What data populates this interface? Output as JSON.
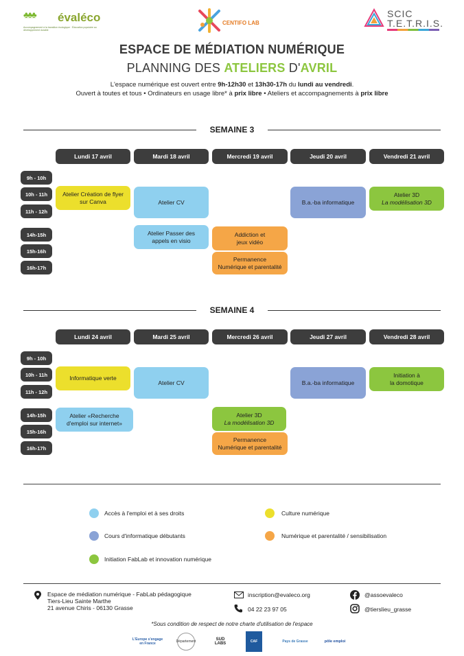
{
  "header": {
    "evaleco": {
      "name": "évaléco",
      "tagline": "Accompagnement à la transition écologique · Éducation populaire au développement durable"
    },
    "centifo": {
      "name_a": "CENTIFO",
      "name_b": " LAB"
    },
    "tetris": {
      "line1": "SCIC",
      "line2": "T.E.T.R.I.S."
    }
  },
  "title": "ESPACE DE MÉDIATION NUMÉRIQUE",
  "subtitle": {
    "part1": "PLANNING DES ",
    "part2": "ATELIERS",
    "part3": " D'",
    "part4": "AVRIL"
  },
  "info": {
    "l1a": "L'espace numérique est ouvert entre ",
    "l1b": "9h-12h30",
    "l1c": " et ",
    "l1d": "13h30-17h",
    "l1e": " du ",
    "l1f": "lundi au vendredi",
    "l1g": ".",
    "l2a": "Ouvert à toutes et tous • Ordinateurs en usage libre* à ",
    "l2b": "prix libre",
    "l2c": " • Ateliers et accompagnements à ",
    "l2d": "prix libre"
  },
  "times": [
    "9h - 10h",
    "10h - 11h",
    "11h - 12h",
    "14h-15h",
    "15h-16h",
    "16h-17h"
  ],
  "week3": {
    "label": "SEMAINE 3",
    "days": [
      "Lundi 17 avril",
      "Mardi 18 avril",
      "Mercredi 19 avril",
      "Jeudi 20 avril",
      "Vendredi 21 avril"
    ],
    "activities": [
      {
        "l1": "Atelier Création de flyer",
        "l2": "sur Canva",
        "color": "#ecdf2c"
      },
      {
        "l1": "Atelier CV",
        "l2": "",
        "color": "#8fd0ef"
      },
      {
        "l1": "B.a.-ba informatique",
        "l2": "",
        "color": "#8aa3d6"
      },
      {
        "l1": "Atelier 3D",
        "l2": "La modélisation 3D",
        "color": "#8cc63f"
      },
      {
        "l1": "Atelier Passer des",
        "l2": "appels en visio",
        "color": "#8fd0ef"
      },
      {
        "l1": "Addiction et",
        "l2": "jeux vidéo",
        "color": "#f5a647"
      },
      {
        "l1": "Permanence",
        "l2": "Numérique et parentalité",
        "color": "#f5a647"
      }
    ]
  },
  "week4": {
    "label": "SEMAINE 4",
    "days": [
      "Lundi 24 avril",
      "Mardi 25 avril",
      "Mercredi 26 avril",
      "Jeudi 27 avril",
      "Vendredi 28 avril"
    ],
    "activities": [
      {
        "l1": "Informatique verte",
        "l2": "",
        "color": "#ecdf2c"
      },
      {
        "l1": "Atelier CV",
        "l2": "",
        "color": "#8fd0ef"
      },
      {
        "l1": "B.a.-ba informatique",
        "l2": "",
        "color": "#8aa3d6"
      },
      {
        "l1": "Initiation à",
        "l2": "la domotique",
        "color": "#8cc63f"
      },
      {
        "l1": "Atelier «Recherche",
        "l2": "d'emploi sur internet»",
        "color": "#8fd0ef"
      },
      {
        "l1": "Atelier 3D",
        "l2": "La modélisation 3D",
        "color": "#8cc63f"
      },
      {
        "l1": "Permanence",
        "l2": "Numérique et parentalité",
        "color": "#f5a647"
      }
    ]
  },
  "legend": [
    {
      "label": "Accès à l'emploi et à ses droits",
      "color": "#8fd0ef"
    },
    {
      "label": "Culture numérique",
      "color": "#ecdf2c"
    },
    {
      "label": "Cours d'informatique débutants",
      "color": "#8aa3d6"
    },
    {
      "label": "Numérique et parentalité / sensibilisation",
      "color": "#f5a647"
    },
    {
      "label": "Initiation FabLab et innovation numérique",
      "color": "#8cc63f"
    }
  ],
  "footer": {
    "address": [
      "Espace de médiation numérique - FabLab pédagogique",
      "Tiers-Lieu Sainte Marthe",
      "21 avenue Chiris - 06130 Grasse"
    ],
    "email": "inscription@evaleco.org",
    "phone": "04 22 23 97 05",
    "facebook": "@assoevaleco",
    "instagram": "@tierslieu_grasse",
    "note": "*Sous condition de respect de notre charte d'utilisation de l'espace"
  },
  "partners": [
    "L'Europe s'engage en France",
    "Département",
    "SUD LABS",
    "CAF",
    "Pays de Grasse",
    "pôle emploi"
  ]
}
